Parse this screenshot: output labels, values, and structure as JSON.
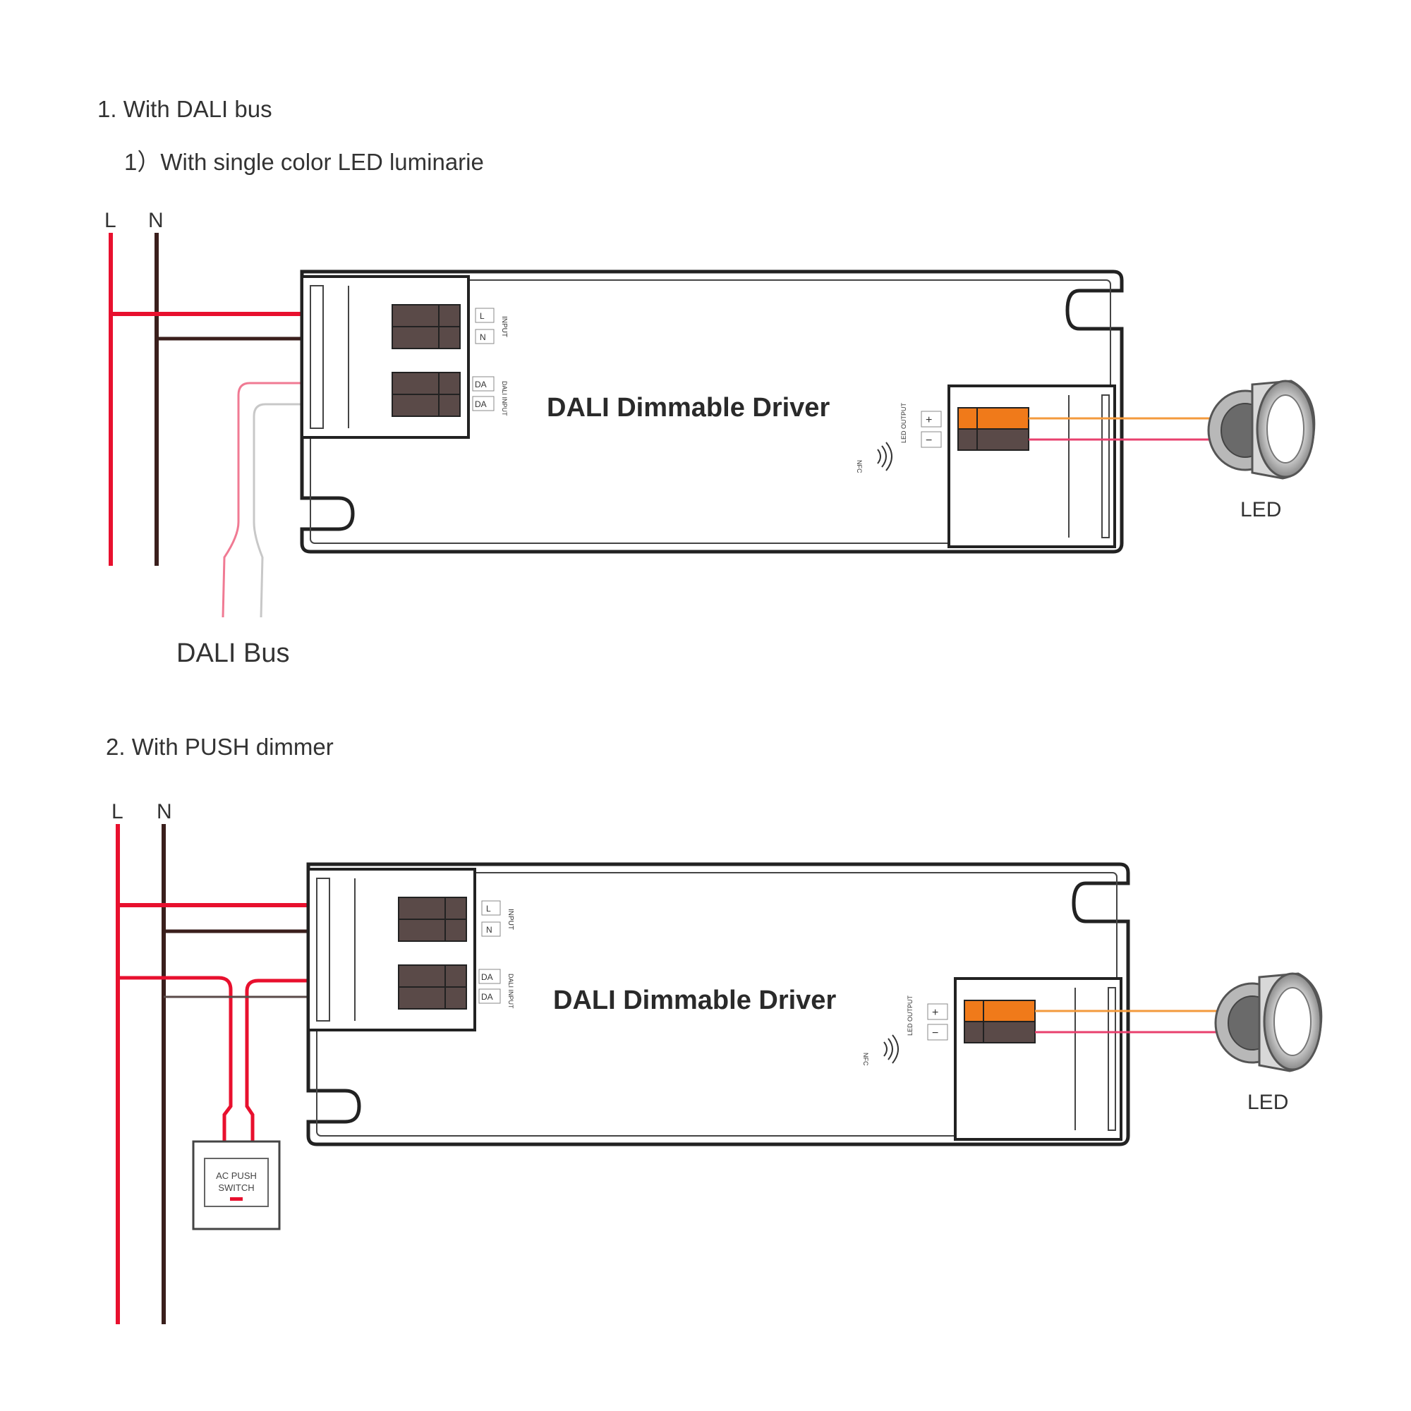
{
  "section1": {
    "heading": "1. With DALI bus",
    "subheading": "1）With single color LED luminarie",
    "line_label": "L",
    "neutral_label": "N",
    "driver_title": "DALI Dimmable Driver",
    "input_terminal_l": "L",
    "input_terminal_n": "N",
    "input_label": "INPUT",
    "dali_terminal_1": "DA",
    "dali_terminal_2": "DA",
    "dali_input_label": "DALI INPUT",
    "output_plus": "+",
    "output_minus": "−",
    "output_label": "LED OUTPUT",
    "wire_mark": "NFC",
    "dali_bus_label": "DALI Bus",
    "led_label": "LED"
  },
  "section2": {
    "heading": "2. With PUSH dimmer",
    "line_label": "L",
    "neutral_label": "N",
    "driver_title": "DALI Dimmable Driver",
    "input_terminal_l": "L",
    "input_terminal_n": "N",
    "input_label": "INPUT",
    "dali_terminal_1": "DA",
    "dali_terminal_2": "DA",
    "dali_input_label": "DALI INPUT",
    "output_plus": "+",
    "output_minus": "−",
    "output_label": "LED OUTPUT",
    "wire_mark": "NFC",
    "switch_line1": "AC PUSH",
    "switch_line2": "SWITCH",
    "led_label": "LED"
  },
  "colors": {
    "live": "#e8102e",
    "neutral": "#3a1f1c",
    "dali_pink": "#f07a93",
    "dali_grey": "#c8c8c8",
    "led_orange": "#f39a3c",
    "led_pink": "#e8406e",
    "terminal_dark": "#5a4a48",
    "terminal_orange": "#f07a1a"
  }
}
